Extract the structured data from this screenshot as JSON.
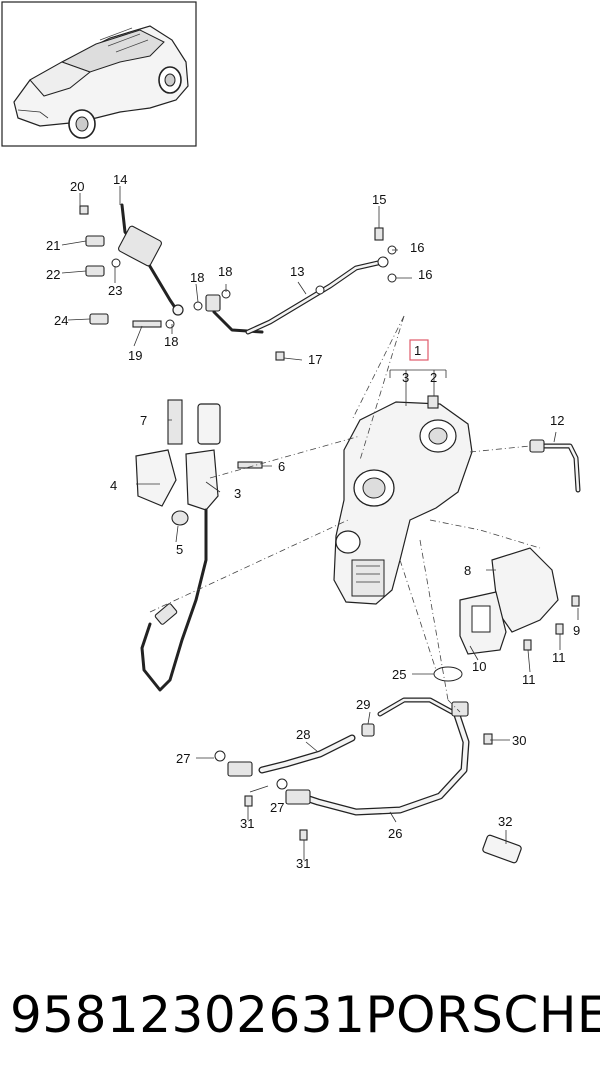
{
  "part_number": "95812302631",
  "brand": "PORSCHE",
  "callouts": {
    "c1": "1",
    "c2": "2",
    "c3": "3",
    "c3b": "3",
    "c4": "4",
    "c5": "5",
    "c6": "6",
    "c7": "7",
    "c8": "8",
    "c9": "9",
    "c10": "10",
    "c11a": "11",
    "c11b": "11",
    "c12": "12",
    "c13": "13",
    "c14": "14",
    "c15": "15",
    "c16a": "16",
    "c16b": "16",
    "c17": "17",
    "c18a": "18",
    "c18b": "18",
    "c18c": "18",
    "c19": "19",
    "c20": "20",
    "c21": "21",
    "c22": "22",
    "c23": "23",
    "c24": "24",
    "c25": "25",
    "c26": "26",
    "c27a": "27",
    "c27b": "27",
    "c28": "28",
    "c29": "29",
    "c30": "30",
    "c31a": "31",
    "c31b": "31",
    "c32": "32"
  },
  "highlight_color": "#e05a6a"
}
